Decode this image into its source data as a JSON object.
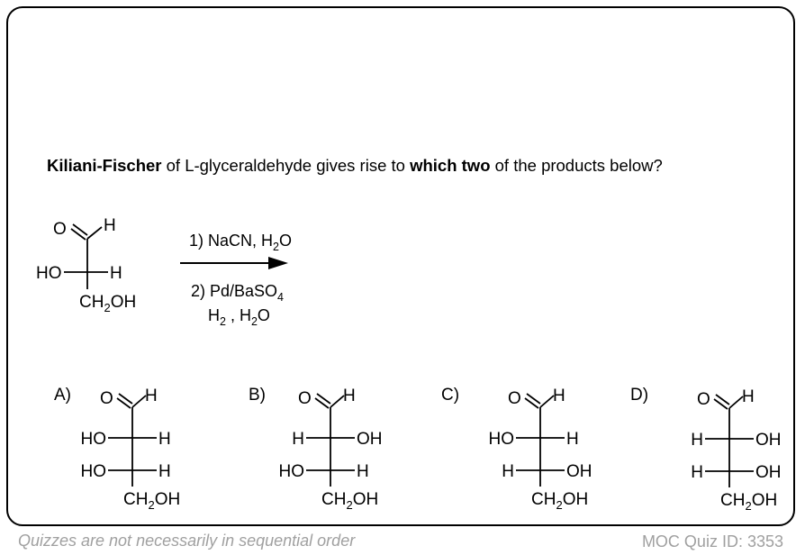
{
  "question": {
    "part1": "Kiliani-Fischer",
    "part2": " of L-glyceraldehyde gives rise to ",
    "part3": "which two",
    "part4": " of the products below?"
  },
  "reactant": {
    "o": "O",
    "h_top": "H",
    "ho": "HO",
    "h_right": "H",
    "ch2oh": "CH2OH"
  },
  "reagents": {
    "step1_a": "1) NaCN, H",
    "step1_sub": "2",
    "step1_b": "O",
    "step2_a": "2) Pd/BaSO",
    "step2_sub": "4",
    "step3_a": "H",
    "step3_sub1": "2",
    "step3_b": " , H",
    "step3_sub2": "2",
    "step3_c": "O"
  },
  "options": [
    {
      "label": "A)",
      "rows": [
        [
          "HO",
          "H"
        ],
        [
          "HO",
          "H"
        ]
      ]
    },
    {
      "label": "B)",
      "rows": [
        [
          "H",
          "OH"
        ],
        [
          "HO",
          "H"
        ]
      ]
    },
    {
      "label": "C)",
      "rows": [
        [
          "HO",
          "H"
        ],
        [
          "H",
          "OH"
        ]
      ]
    },
    {
      "label": "D)",
      "rows": [
        [
          "H",
          "OH"
        ],
        [
          "H",
          "OH"
        ]
      ]
    }
  ],
  "footer": {
    "left": "Quizzes are not necessarily in sequential order",
    "right": "MOC Quiz ID: 3353"
  }
}
